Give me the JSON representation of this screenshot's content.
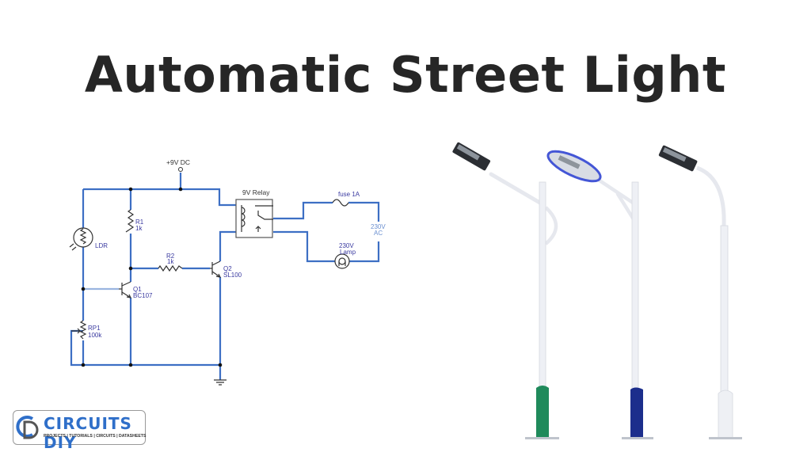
{
  "title": "Automatic Street Light",
  "circuit": {
    "supply": "+9V DC",
    "relay": "9V Relay",
    "fuse": "fuse 1A",
    "ac_line1": "230V",
    "ac_line2": "AC",
    "lamp_line1": "230V",
    "lamp_line2": "Lamp",
    "ldr": "LDR",
    "r1_name": "R1",
    "r1_value": "1k",
    "r2_name": "R2",
    "r2_value": "1k",
    "q1_name": "Q1",
    "q1_value": "BC107",
    "q2_name": "Q2",
    "q2_value": "SL100",
    "rp1_name": "RP1",
    "rp1_value": "100k"
  },
  "poles": [
    {
      "base_color": "#1f8a5b"
    },
    {
      "base_color": "#1c2e8c"
    },
    {
      "base_color": "#eef0f4"
    }
  ],
  "logo": {
    "name": "CIRCUITS DIY",
    "tagline": "PROJECTS | TUTORIALS | CIRCUITS | DATASHEETS"
  }
}
